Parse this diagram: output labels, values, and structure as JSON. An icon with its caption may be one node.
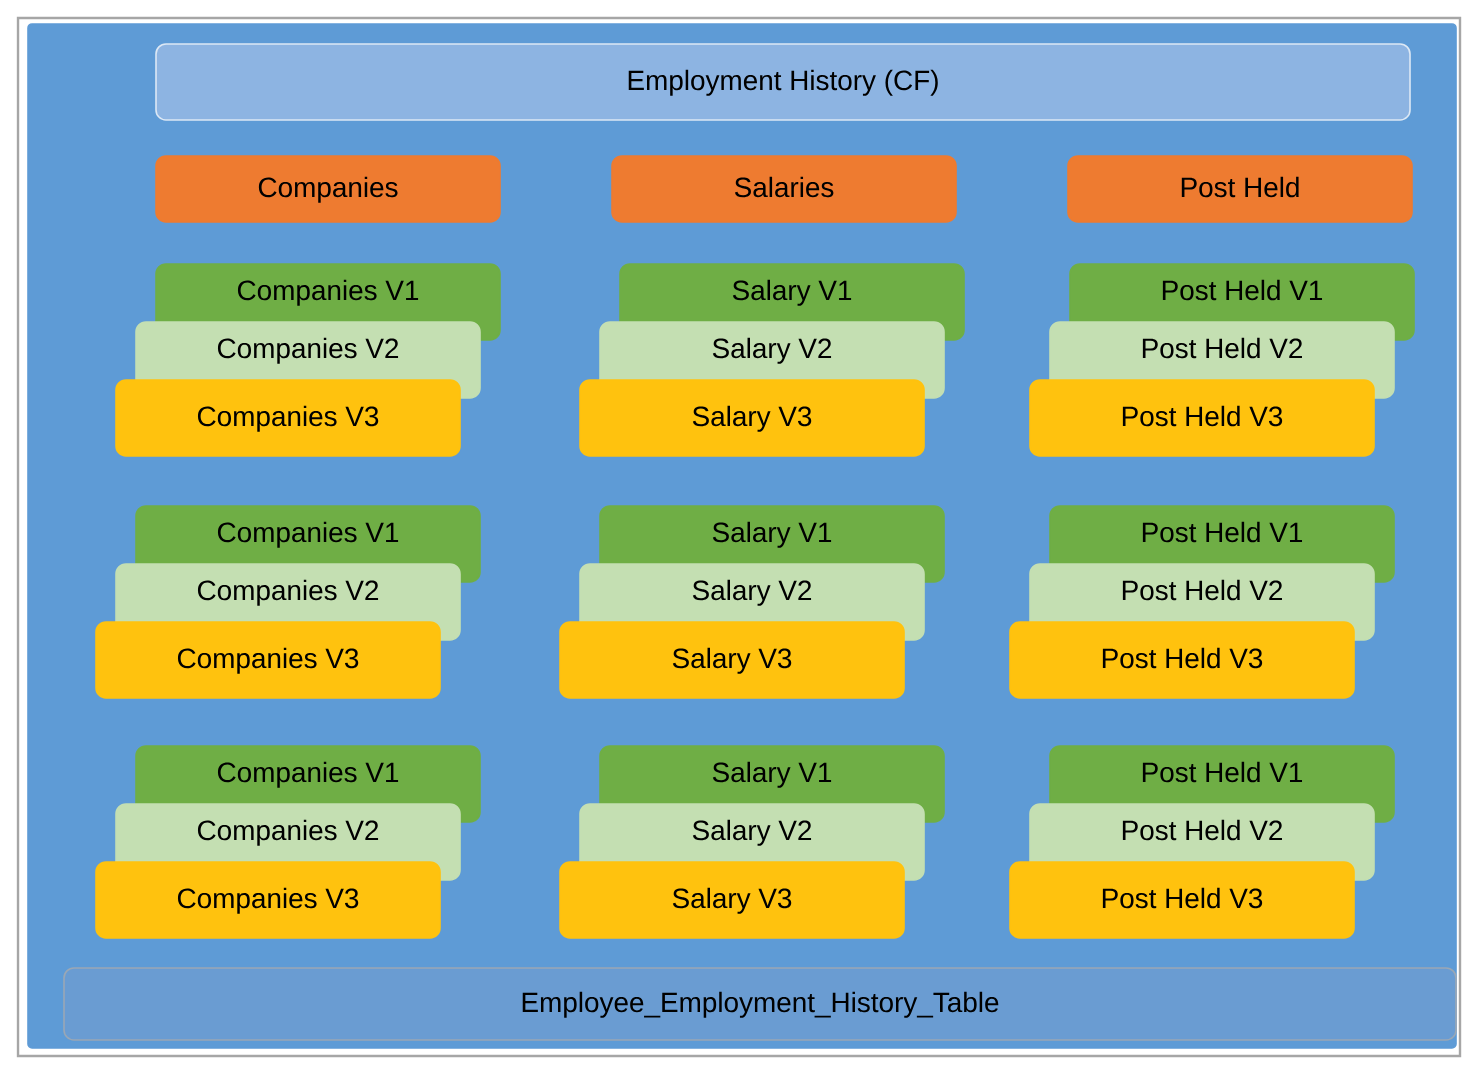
{
  "diagram": {
    "nodes": [
      {
        "text": [],
        "shape": "box"
      },
      {
        "text": [
          "Employment History (CF)"
        ],
        "in": 0
      },
      {
        "text": [
          "Companies"
        ],
        "in": 0
      },
      {
        "text": [
          "Salaries"
        ],
        "in": 0
      },
      {
        "text": [
          "Post Held"
        ],
        "in": 0
      },
      {
        "text": [
          "Companies V1"
        ],
        "in": 0
      },
      {
        "text": [
          "Salary V1"
        ],
        "in": 0
      },
      {
        "text": [
          "Post Held V1"
        ],
        "in": 0
      },
      {
        "text": [
          "Companies V2"
        ],
        "in": 0
      },
      {
        "text": [
          "Salary V2"
        ],
        "in": 0
      },
      {
        "text": [
          "Post Held V2"
        ],
        "in": 0
      },
      {
        "text": [
          "Companies V3"
        ],
        "in": 0
      },
      {
        "text": [
          "Salary V3"
        ],
        "in": 0
      },
      {
        "text": [
          "Post Held V3"
        ],
        "in": 0
      },
      {
        "text": [
          "Companies V1"
        ],
        "in": 0
      },
      {
        "text": [
          "Salary V1"
        ],
        "in": 0
      },
      {
        "text": [
          "Post Held V1"
        ],
        "in": 0
      },
      {
        "text": [
          "Companies V2"
        ],
        "in": 0
      },
      {
        "text": [
          "Salary V2"
        ],
        "in": 0
      },
      {
        "text": [
          "Post Held V2"
        ],
        "in": 0
      },
      {
        "text": [
          "Companies V3"
        ],
        "in": 0
      },
      {
        "text": [
          "Salary V3"
        ],
        "in": 0
      },
      {
        "text": [
          "Post Held V3"
        ],
        "in": 0
      },
      {
        "text": [
          "Companies V1"
        ],
        "in": 0
      },
      {
        "text": [
          "Salary V1"
        ],
        "in": 0
      },
      {
        "text": [
          "Post Held V1"
        ],
        "in": 0
      },
      {
        "text": [
          "Companies V2"
        ],
        "in": 0
      },
      {
        "text": [
          "Salary V2"
        ],
        "in": 0
      },
      {
        "text": [
          "Post Held V2"
        ],
        "in": 0
      },
      {
        "text": [
          "Companies V3"
        ],
        "in": 0
      },
      {
        "text": [
          "Salary V3"
        ],
        "in": 0
      },
      {
        "text": [
          "Post Held V3"
        ],
        "in": 0
      },
      {
        "text": [
          "Employee_Employment_History_Table"
        ],
        "in": 0
      }
    ],
    "edges": []
  }
}
